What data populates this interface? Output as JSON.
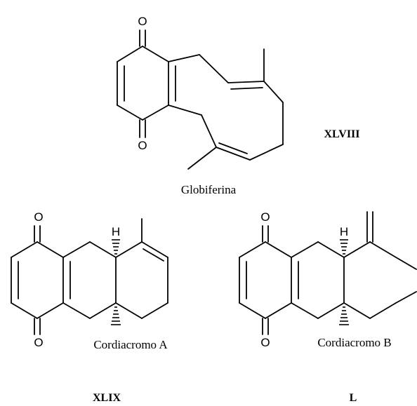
{
  "atoms": {
    "oxygen": "O",
    "hydrogen": "H"
  },
  "compounds": [
    {
      "name": "Globiferina",
      "numeral": "XLVIII"
    },
    {
      "name": "Cordiacromo A",
      "numeral": "XLIX"
    },
    {
      "name": "Cordiacromo B",
      "numeral": "L"
    }
  ]
}
